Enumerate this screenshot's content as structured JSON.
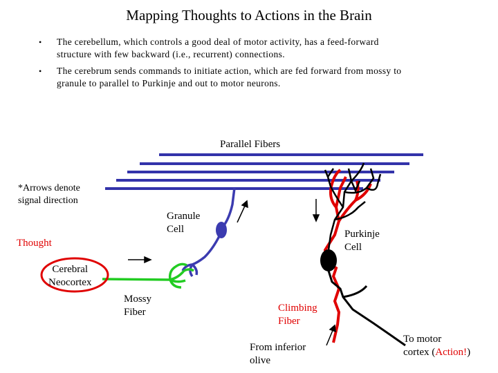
{
  "title": "Mapping Thoughts to Actions in the Brain",
  "bullets": [
    {
      "line1": "The cerebellum, which controls a good deal of motor activity, has a feed-forward",
      "line2": "structure with few backward (i.e., recurrent) connections."
    },
    {
      "line1": "The cerebrum sends commands to initiate action, which are fed forward from mossy to",
      "line2": "granule to parallel to Purkinje and out to motor neurons."
    }
  ],
  "labels": {
    "parallel_fibers": "Parallel Fibers",
    "arrows_note": {
      "line1": "*Arrows denote",
      "line2": "signal direction"
    },
    "granule_cell": {
      "line1": "Granule",
      "line2": "Cell"
    },
    "purkinje_cell": {
      "line1": "Purkinje",
      "line2": "Cell"
    },
    "thought": "Thought",
    "cerebral_neocortex": {
      "line1": "Cerebral",
      "line2": "Neocortex"
    },
    "mossy_fiber": {
      "line1": "Mossy",
      "line2": "Fiber"
    },
    "climbing_fiber": {
      "line1": "Climbing",
      "line2": "Fiber"
    },
    "inferior_olive": {
      "line1": "From inferior",
      "line2": "olive"
    },
    "motor_cortex": {
      "line1": "To motor",
      "line2_prefix": "cortex (",
      "line2_action": "Action!",
      "line2_suffix": ")"
    }
  },
  "colors": {
    "parallel_fiber": "#3333aa",
    "granule": "#3b3bb0",
    "mossy": "#22cc22",
    "climbing": "#e00000",
    "purkinje": "#000000",
    "thought": "#e00000"
  }
}
